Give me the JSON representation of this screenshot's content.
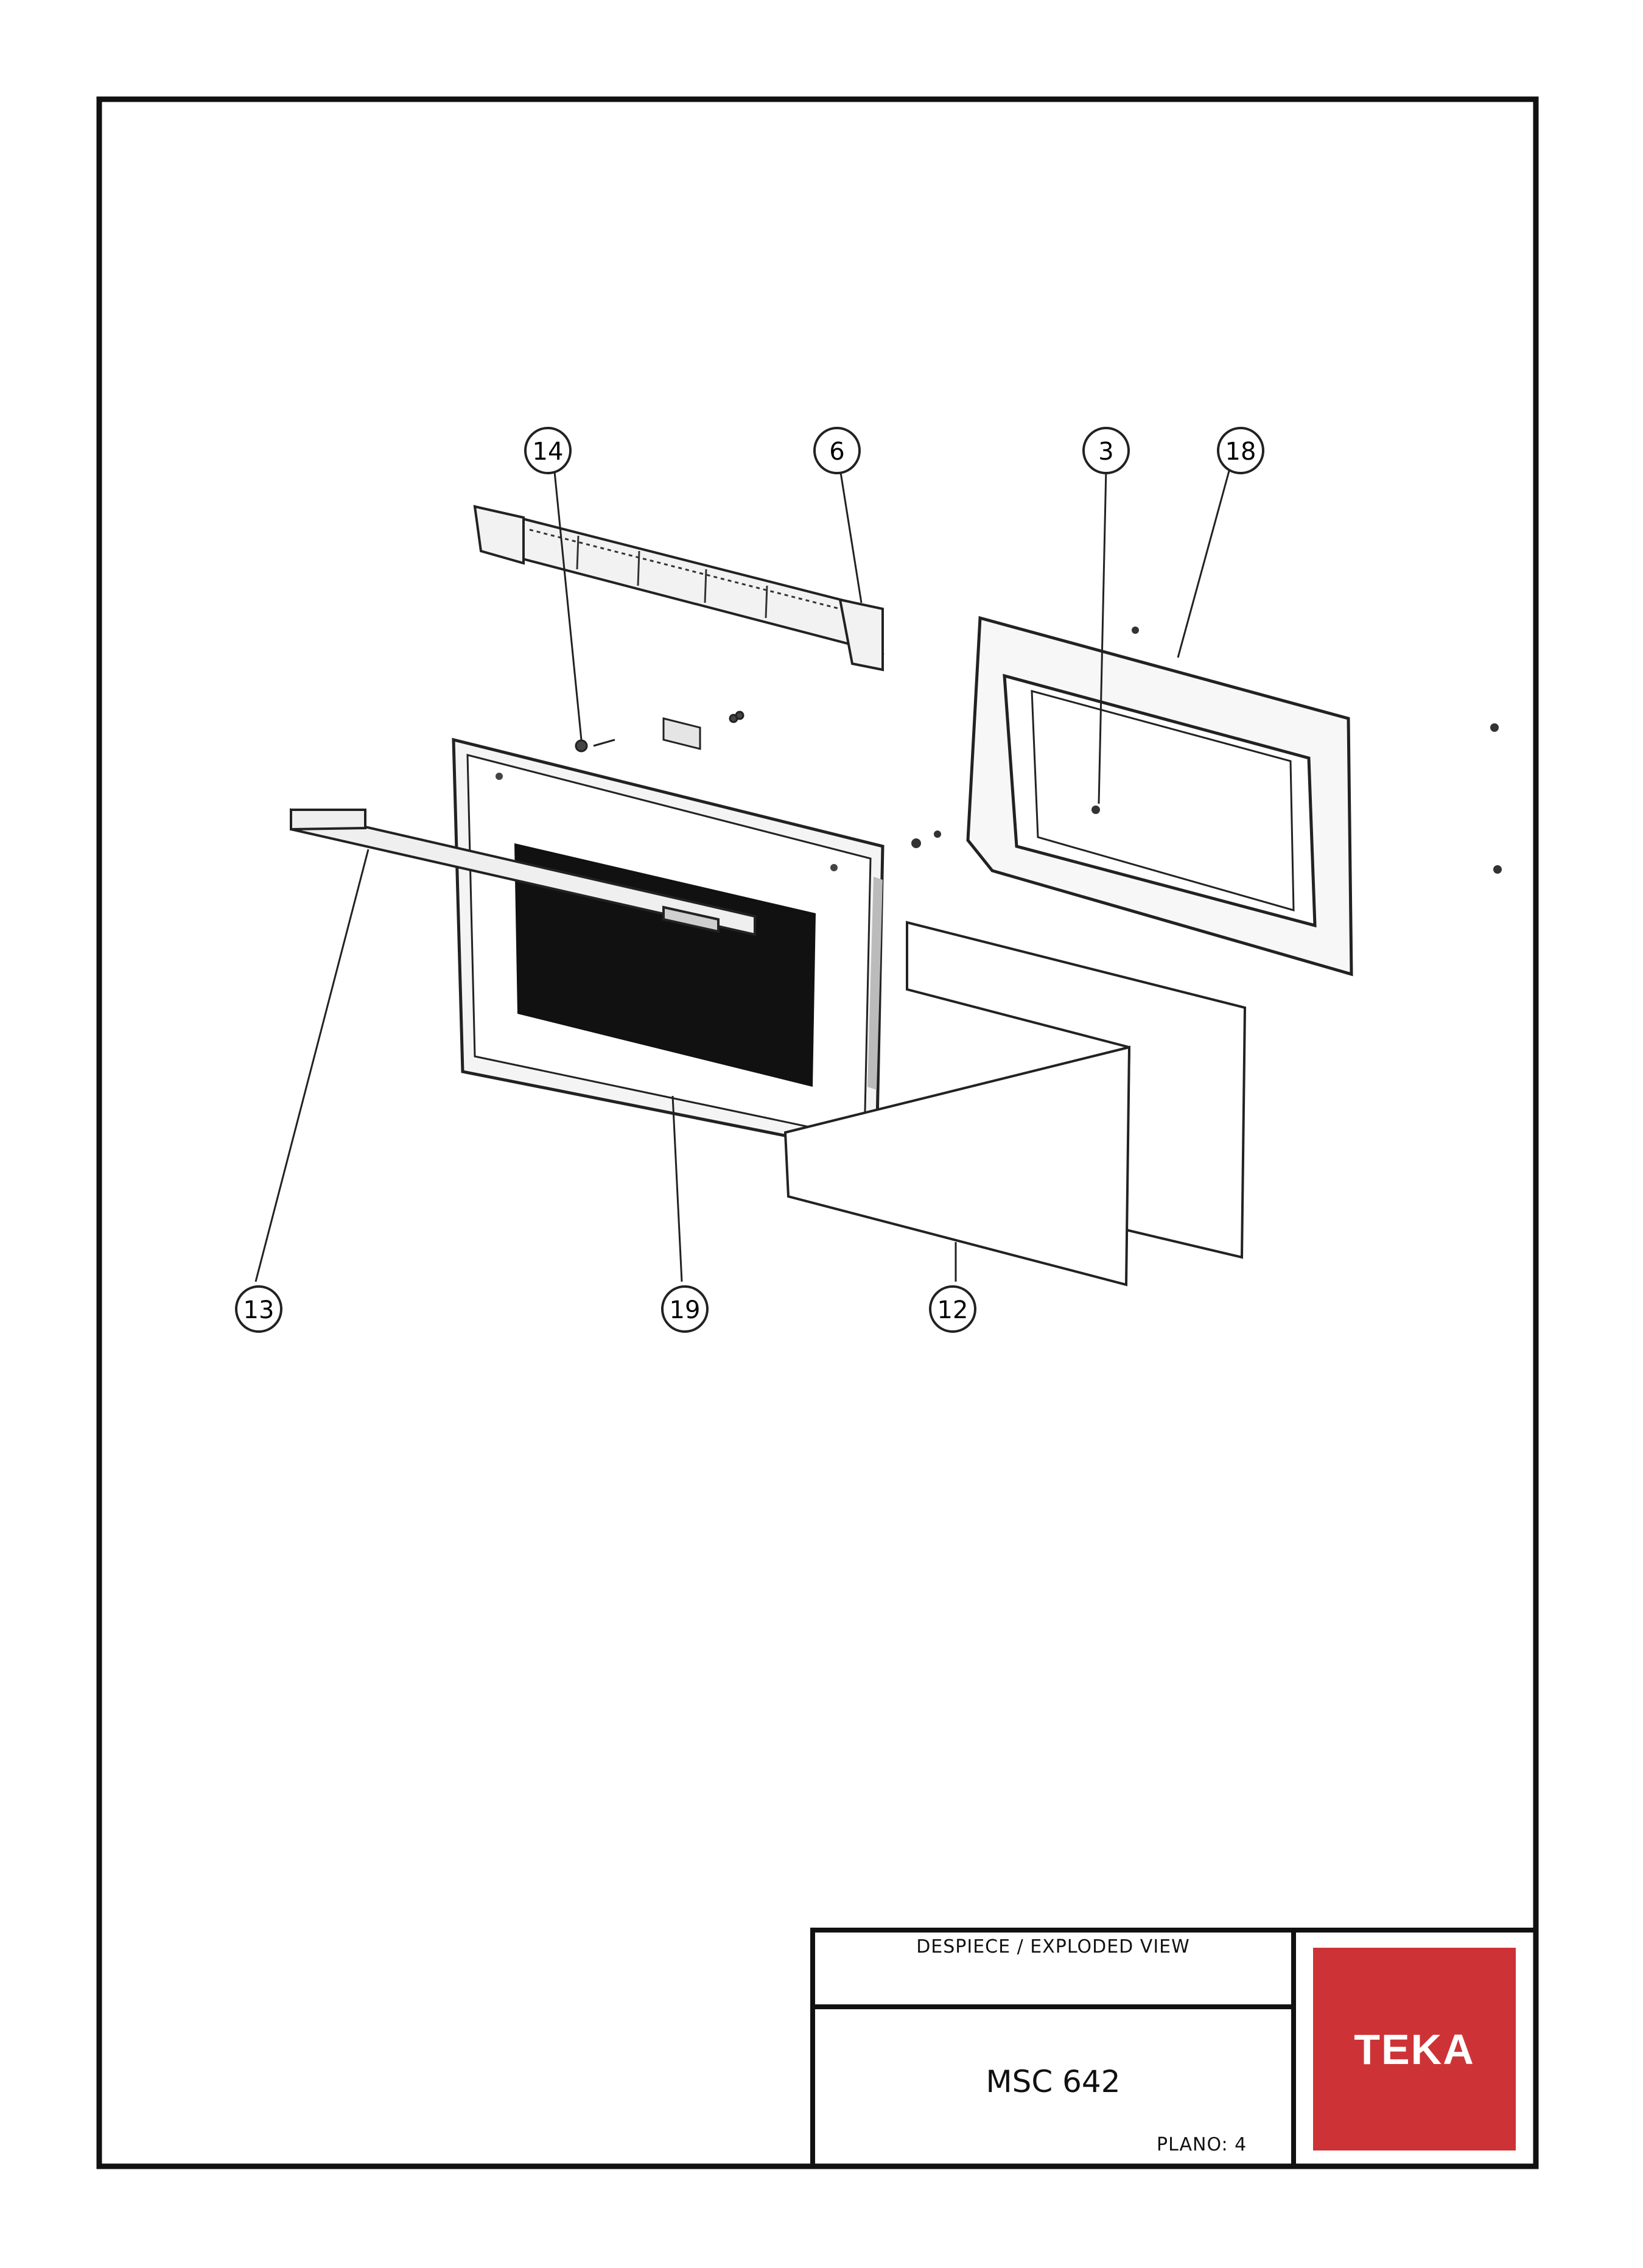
{
  "title_block": {
    "heading": "DESPIECE / EXPLODED VIEW",
    "model": "MSC 642",
    "plano": "PLANO: 4"
  },
  "brand": {
    "name": "TEKA",
    "color": "#cd3336"
  },
  "callouts": [
    "14",
    "6",
    "3",
    "18",
    "13",
    "19",
    "12"
  ]
}
